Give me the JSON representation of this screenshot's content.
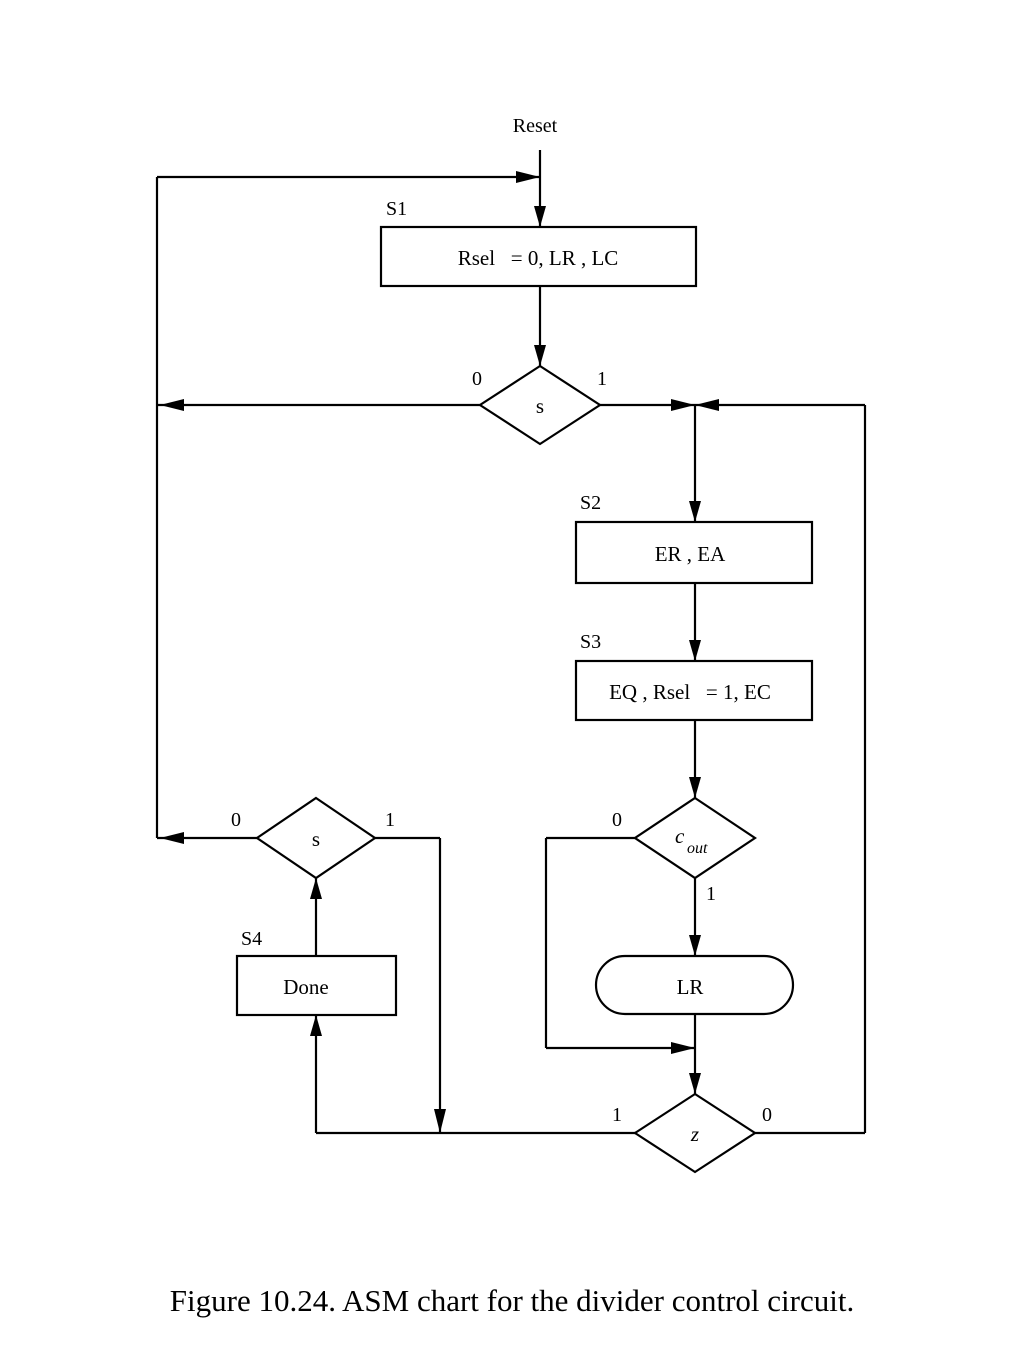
{
  "diagram": {
    "reset_label": "Reset",
    "states": [
      {
        "name": "S1",
        "action": "Rsel   = 0, LR , LC"
      },
      {
        "name": "S2",
        "action": "ER , EA"
      },
      {
        "name": "S3",
        "action": "EQ , Rsel   = 1, EC"
      },
      {
        "name": "S4",
        "action": "Done"
      }
    ],
    "decisions": {
      "s_top": {
        "label": "s",
        "out_false": "0",
        "out_true": "1"
      },
      "cout": {
        "label": "c",
        "subscript": "out",
        "out_false": "0",
        "out_true": "1"
      },
      "s_bottom": {
        "label": "s",
        "out_false": "0",
        "out_true": "1"
      },
      "z": {
        "label": "z",
        "out_true": "1",
        "out_false": "0"
      }
    },
    "conditional_output": "LR"
  },
  "caption": "Figure 10.24.  ASM chart for the divider control circuit."
}
